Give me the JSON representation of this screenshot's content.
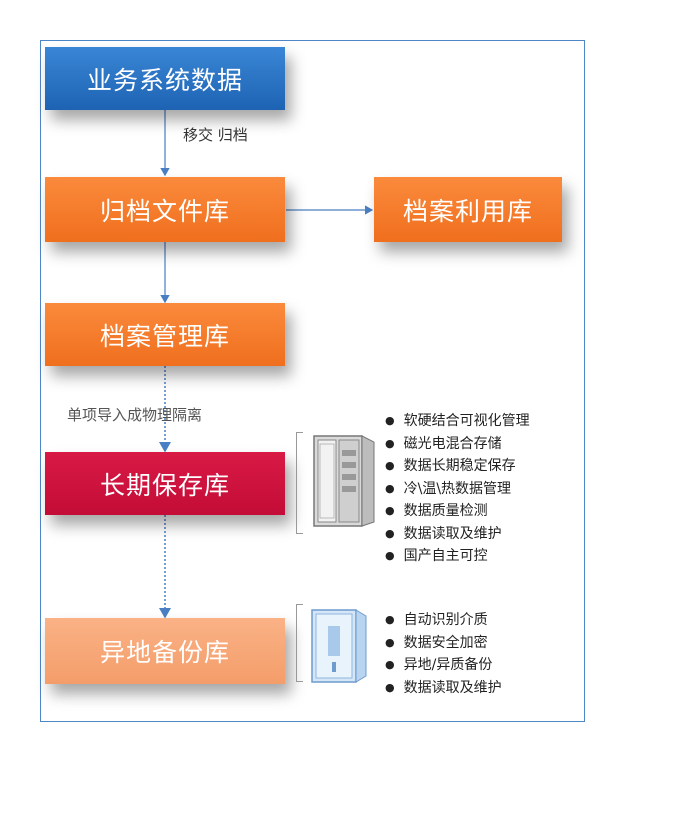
{
  "nodes": {
    "business_data": "业务系统数据",
    "archive_file_lib": "归档文件库",
    "archive_use_lib": "档案利用库",
    "archive_mgmt_lib": "档案管理库",
    "long_term_lib": "长期保存库",
    "offsite_backup_lib": "异地备份库"
  },
  "edge_labels": {
    "transfer_archive": "移交 归档",
    "single_import": "单项导入成物理隔离"
  },
  "long_term_features": [
    "软硬结合可视化管理",
    "磁光电混合存储",
    "数据长期稳定保存",
    "冷\\温\\热数据管理",
    "数据质量检测",
    "数据读取及维护",
    "国产自主可控"
  ],
  "offsite_features": [
    "自动识别介质",
    "数据安全加密",
    "异地/异质备份",
    "数据读取及维护"
  ],
  "colors": {
    "blue": "#2a74c6",
    "orange": "#f47b2b",
    "red": "#cc1440",
    "peach": "#f7a878",
    "arrow": "#4a7fc4",
    "frame": "#4f86c6"
  },
  "icons": {
    "long_term_device": "storage-cabinet-icon",
    "offsite_device": "backup-cabinet-icon"
  }
}
